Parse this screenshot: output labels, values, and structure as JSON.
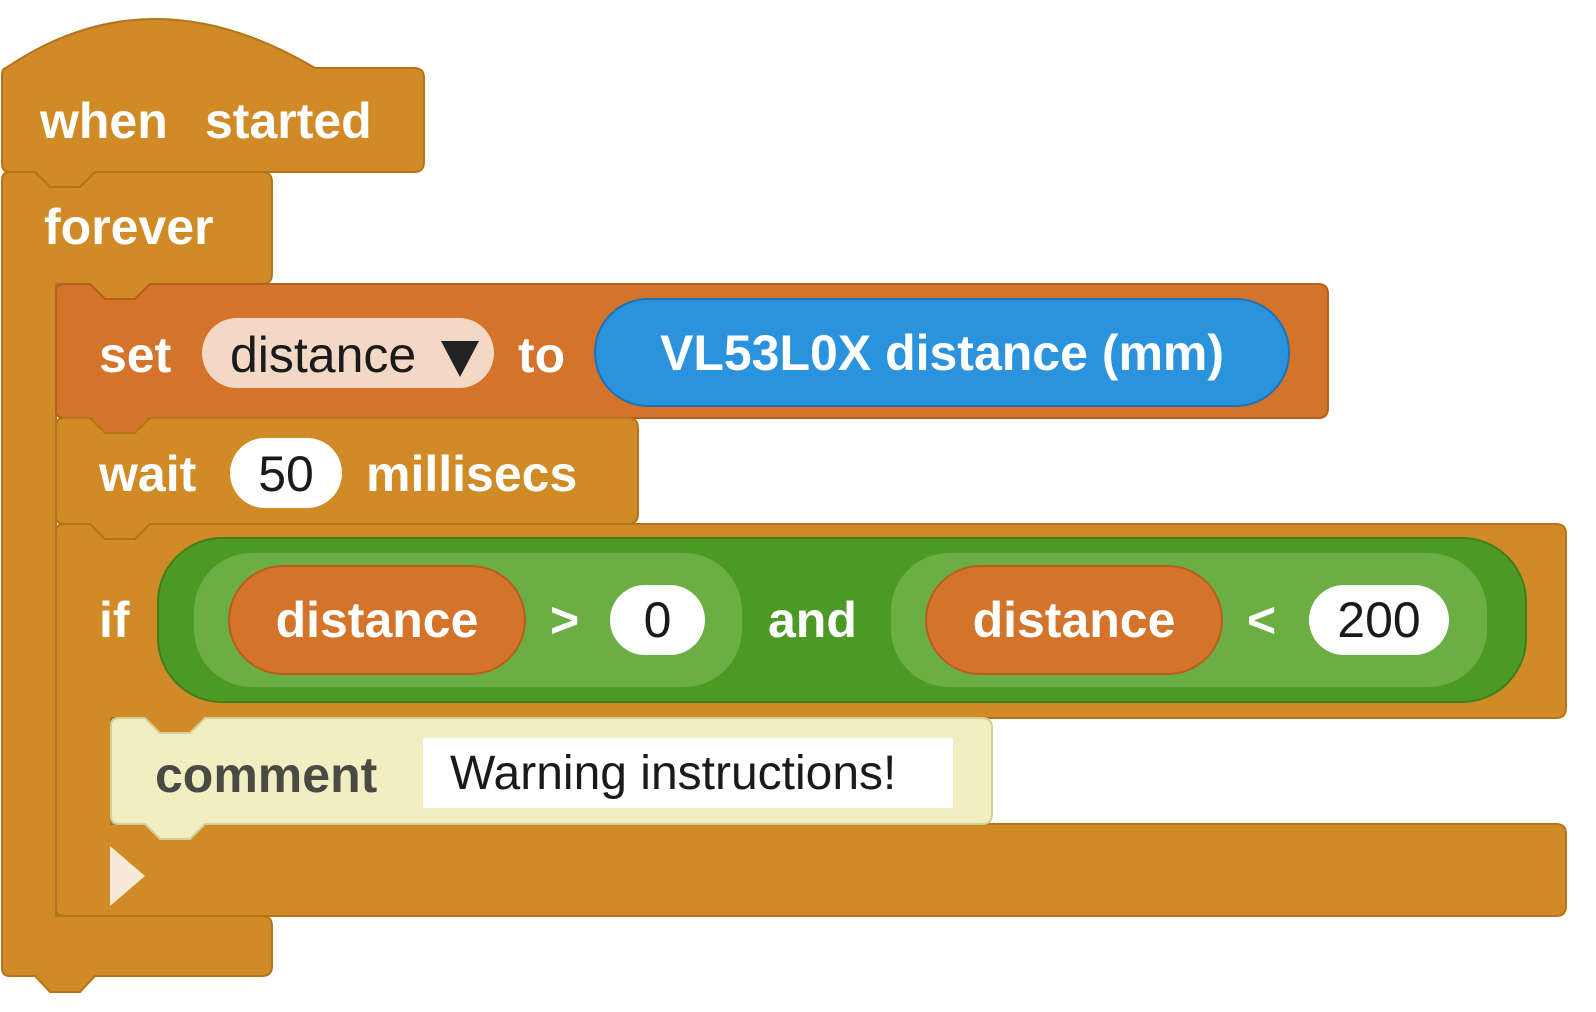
{
  "colors": {
    "control": "#D08A26",
    "variable": "#D4732A",
    "sensor": "#2B92DE",
    "operator": "#4C9A24",
    "operator_inner": "#6AAE44",
    "comment_bg": "#F1EEC2",
    "stroke": "#B37519"
  },
  "hat_block": {
    "word1": "when",
    "word2": "started"
  },
  "forever_block": {
    "label": "forever"
  },
  "set_block": {
    "label": "set",
    "variable": "distance",
    "dropdown_icon": "triangle-down-icon",
    "to_label": "to",
    "reporter": "VL53L0X distance (mm)"
  },
  "wait_block": {
    "label": "wait",
    "value": "50",
    "unit": "millisecs"
  },
  "if_block": {
    "label": "if",
    "left_compare": {
      "variable": "distance",
      "operator": ">",
      "value": "0"
    },
    "logic": "and",
    "right_compare": {
      "variable": "distance",
      "operator": "<",
      "value": "200"
    },
    "expand_icon": "triangle-right-icon"
  },
  "comment_block": {
    "label": "comment",
    "text": "Warning instructions!"
  }
}
